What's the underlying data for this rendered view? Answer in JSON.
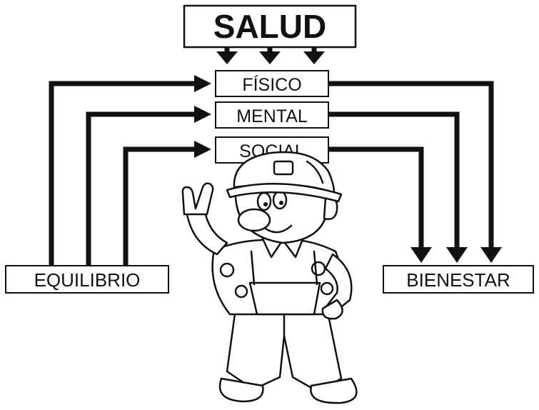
{
  "title": "SALUD",
  "dimensions": [
    "FÍSICO",
    "MENTAL",
    "SOCIAL"
  ],
  "left_outcome": "EQUILIBRIO",
  "right_outcome": "BIENESTAR",
  "colors": {
    "ink": "#111111",
    "background": "#ffffff"
  }
}
